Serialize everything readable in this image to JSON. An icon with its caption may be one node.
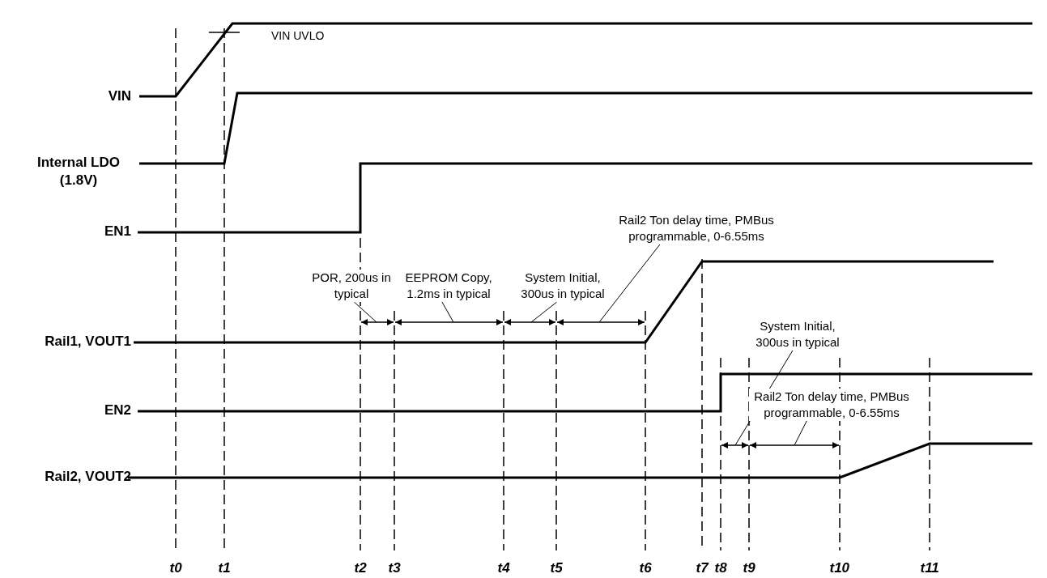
{
  "diagram": {
    "nodes": [
      {
        "text": [
          "POR, 200us in typical"
        ]
      },
      {
        "text": [
          "EEPROM Copy, 1.2ms in typical"
        ]
      },
      {
        "text": [
          "System Initial, 300us in typical"
        ]
      },
      {
        "text": [
          "Rail2 Ton delay time, PMBus programmable, 0-6.55ms"
        ]
      },
      {
        "text": [
          "System Initial, 300us in typical"
        ]
      },
      {
        "text": [
          "Rail2 Ton delay time, PMBus programmable, 0-6.55ms"
        ]
      },
      {
        "text": [],
        "shape": "arrow"
      },
      {
        "text": [],
        "shape": "arrow"
      },
      {
        "text": [],
        "shape": "arrow"
      },
      {
        "text": [],
        "shape": "arrow"
      },
      {
        "text": [],
        "shape": "arrow"
      },
      {
        "text": [],
        "shape": "arrow"
      }
    ],
    "edges": [
      {
        "from": 0,
        "to": 6,
        "arrow": "none"
      },
      {
        "from": 1,
        "to": 7,
        "arrow": "none"
      },
      {
        "from": 2,
        "to": 8,
        "arrow": "none"
      },
      {
        "from": 3,
        "to": 9,
        "arrow": "none"
      },
      {
        "from": 4,
        "to": 10,
        "arrow": "none"
      },
      {
        "from": 5,
        "to": 11,
        "arrow": "none"
      }
    ],
    "labels": [
      "VIN UVLO",
      "VIN",
      "Internal LDO (1.8V)",
      "EN1",
      "Rail1, VOUT1",
      "EN2",
      "Rail2, VOUT2",
      "t0",
      "t1",
      "t2",
      "t3",
      "t4",
      "t5",
      "t6",
      "t7",
      "t8",
      "t9",
      "t10",
      "t11"
    ]
  }
}
